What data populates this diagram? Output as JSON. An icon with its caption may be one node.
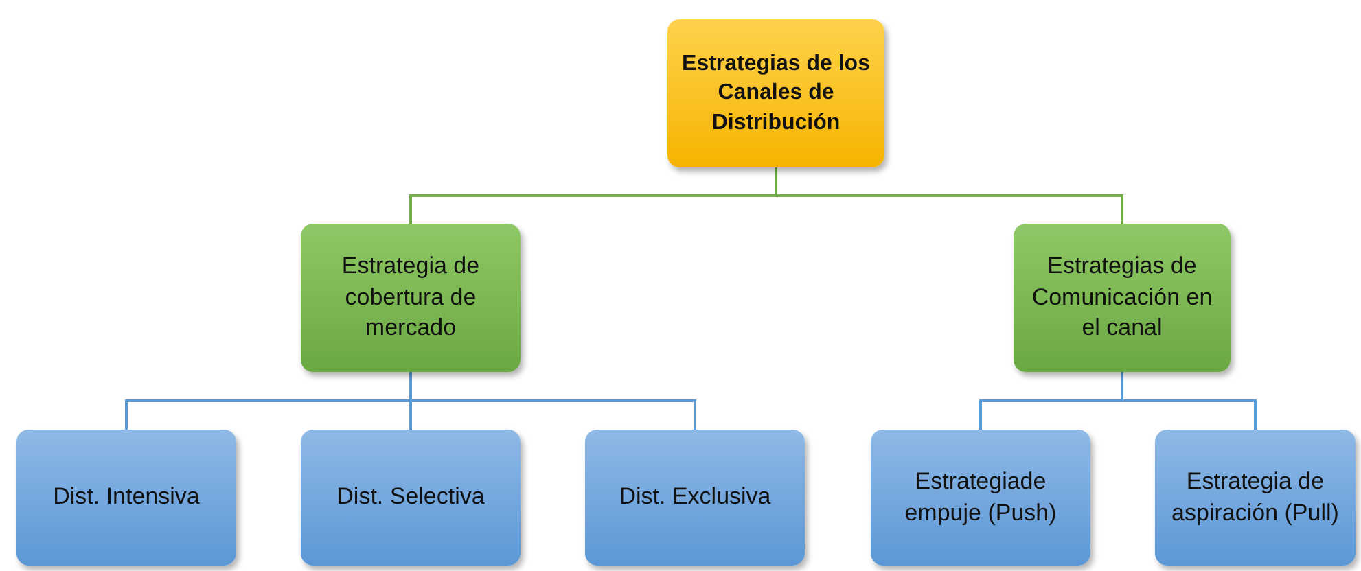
{
  "diagram": {
    "nodes": [
      {
        "text": [
          "Estrategias de los Canales de Distribución"
        ]
      },
      {
        "text": [
          "Estrategia de cobertura de mercado"
        ]
      },
      {
        "text": [
          "Estrategias de Comunicación en el canal"
        ]
      },
      {
        "text": [
          "Dist. Intensiva"
        ]
      },
      {
        "text": [
          "Dist. Selectiva"
        ]
      },
      {
        "text": [
          "Dist. Exclusiva"
        ]
      },
      {
        "text": [
          "Estrategiade empuje (Push)"
        ]
      },
      {
        "text": [
          "Estrategia de aspiración (Pull)"
        ]
      }
    ],
    "edges": [
      {
        "from": 0,
        "to": 1,
        "arrow": "none",
        "color": "#70ad47"
      },
      {
        "from": 0,
        "to": 2,
        "arrow": "none",
        "color": "#70ad47"
      },
      {
        "from": 1,
        "to": 3,
        "arrow": "none"
      },
      {
        "from": 1,
        "to": 4,
        "arrow": "none"
      },
      {
        "from": 1,
        "to": 5,
        "arrow": "none"
      },
      {
        "from": 2,
        "to": 6,
        "arrow": "none"
      },
      {
        "from": 2,
        "to": 7,
        "arrow": "none"
      }
    ]
  }
}
